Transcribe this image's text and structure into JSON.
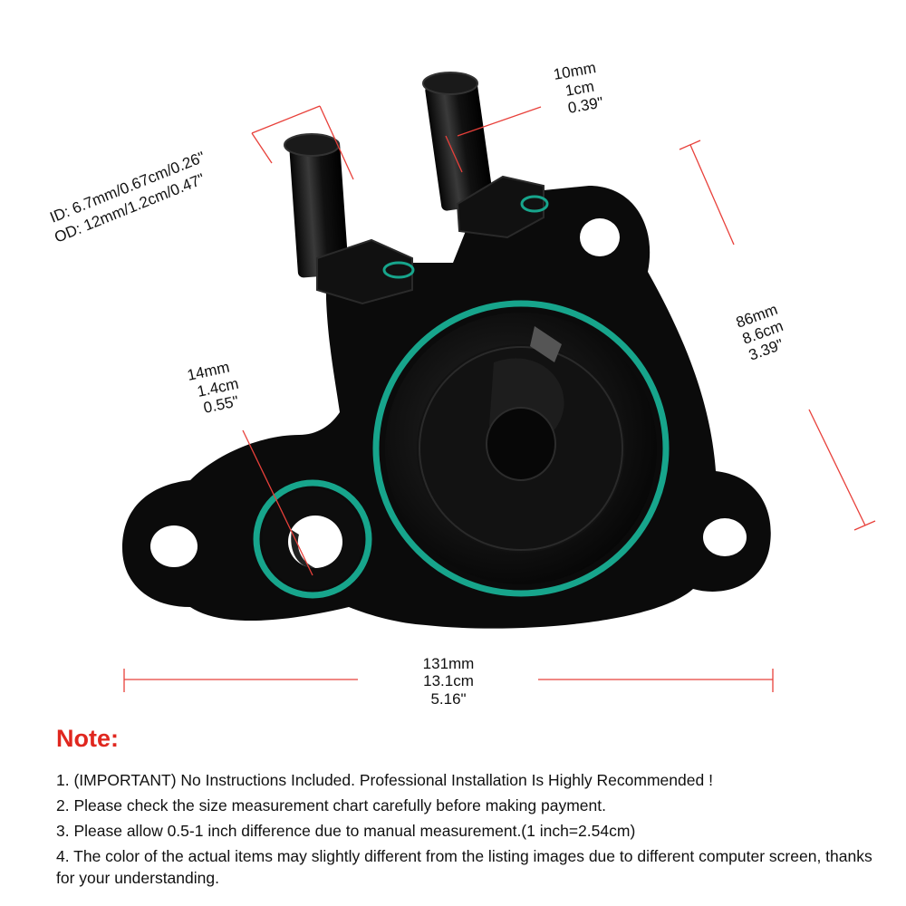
{
  "dimensions": {
    "hose": {
      "id_text": "ID: 6.7mm/0.67cm/0.26\"",
      "od_text": "OD: 12mm/1.2cm/0.47\""
    },
    "top_nipple": [
      "10mm",
      "1cm",
      "0.39\""
    ],
    "height": [
      "86mm",
      "8.6cm",
      "3.39\""
    ],
    "small_port": [
      "14mm",
      "1.4cm",
      "0.55\""
    ],
    "width": [
      "131mm",
      "13.1cm",
      "5.16\""
    ]
  },
  "note": {
    "title": "Note:",
    "items": [
      "1. (IMPORTANT) No Instructions Included. Professional Installation Is Highly Recommended !",
      "2. Please check the size measurement chart carefully before making payment.",
      "3. Please allow 0.5-1 inch difference due to manual measurement.(1 inch=2.54cm)",
      "4. The color of the actual items may slightly different from the listing images due to different computer screen, thanks for your understanding."
    ]
  },
  "colors": {
    "accent": "#e0271f",
    "dimension_line": "#e8403a",
    "oring": "#17a58c",
    "part": "#0b0b0b"
  }
}
